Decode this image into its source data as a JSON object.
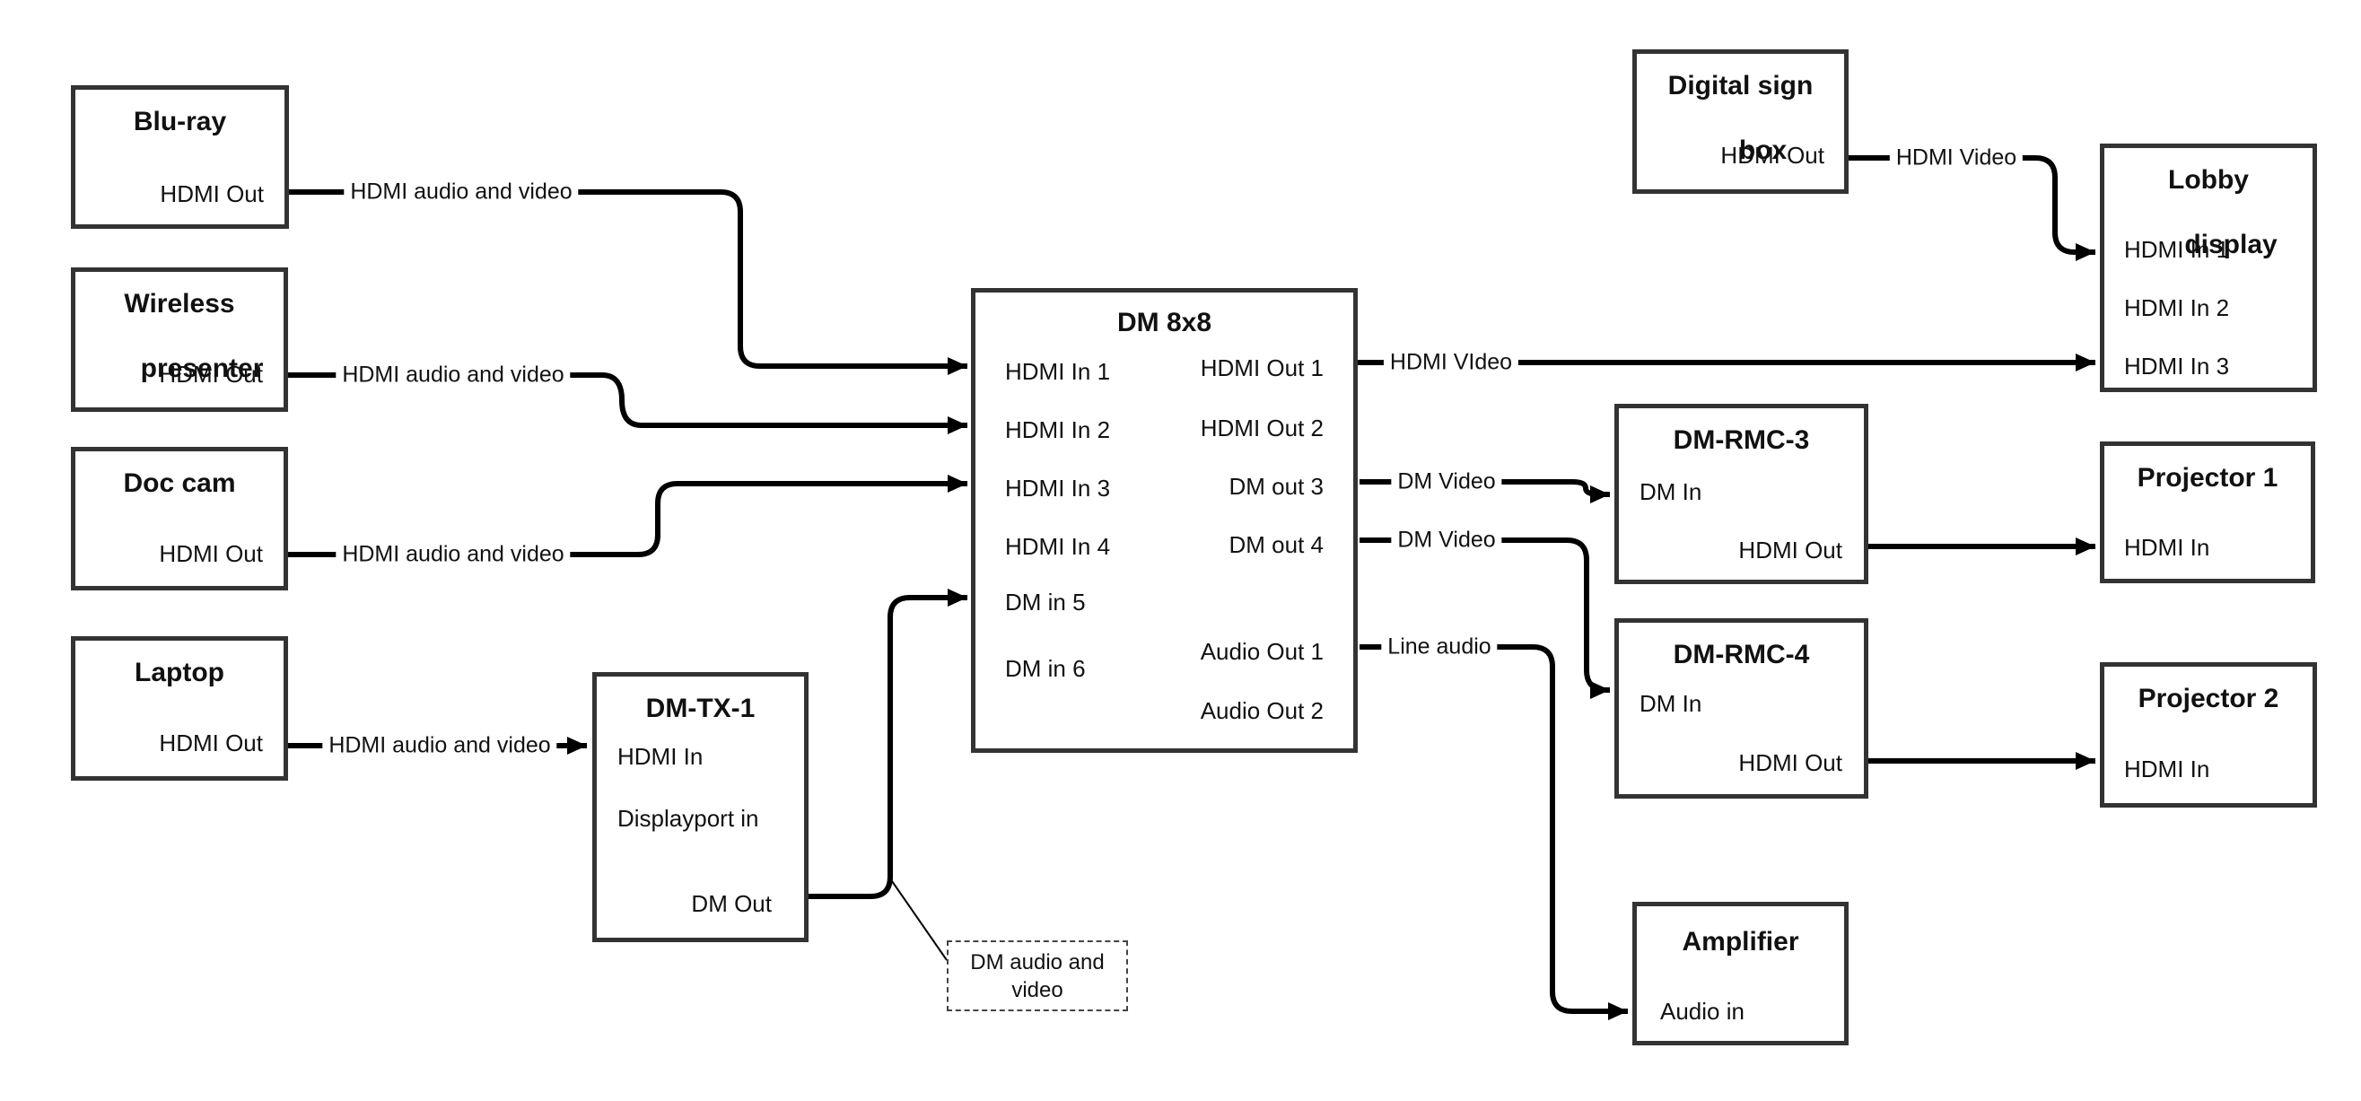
{
  "diagram": {
    "kind": "av-signal-flow-diagram",
    "colors": {
      "background": "#ffffff",
      "wire": "#000000",
      "box_border": "#333333",
      "text": "#111111"
    },
    "nodes": [
      {
        "id": "blu-ray",
        "title": [
          "Blu-ray"
        ],
        "ports": [
          {
            "label": "HDMI Out"
          }
        ]
      },
      {
        "id": "wireless-presenter",
        "title": [
          "Wireless",
          "presenter"
        ],
        "ports": [
          {
            "label": "HDMI Out"
          }
        ]
      },
      {
        "id": "doc-cam",
        "title": [
          "Doc cam"
        ],
        "ports": [
          {
            "label": "HDMI Out"
          }
        ]
      },
      {
        "id": "laptop",
        "title": [
          "Laptop"
        ],
        "ports": [
          {
            "label": "HDMI Out"
          }
        ]
      },
      {
        "id": "dm-tx-1",
        "title": [
          "DM-TX-1"
        ],
        "ports": [
          {
            "label": "HDMI In"
          },
          {
            "label": "Displayport in"
          },
          {
            "label": "DM Out"
          }
        ]
      },
      {
        "id": "dm-8x8",
        "title": [
          "DM 8x8"
        ],
        "ports": [
          {
            "label": "HDMI In 1"
          },
          {
            "label": "HDMI In 2"
          },
          {
            "label": "HDMI In 3"
          },
          {
            "label": "HDMI In 4"
          },
          {
            "label": "DM in 5"
          },
          {
            "label": "DM in 6"
          },
          {
            "label": "HDMI Out 1"
          },
          {
            "label": "HDMI Out 2"
          },
          {
            "label": "DM out 3"
          },
          {
            "label": "DM out 4"
          },
          {
            "label": "Audio Out 1"
          },
          {
            "label": "Audio Out 2"
          }
        ]
      },
      {
        "id": "digital-sign-box",
        "title": [
          "Digital sign",
          "box"
        ],
        "ports": [
          {
            "label": "HDMI Out"
          }
        ]
      },
      {
        "id": "lobby-display",
        "title": [
          "Lobby",
          "display"
        ],
        "ports": [
          {
            "label": "HDMI In 1"
          },
          {
            "label": "HDMI In 2"
          },
          {
            "label": "HDMI In 3"
          }
        ]
      },
      {
        "id": "dm-rmc-3",
        "title": [
          "DM-RMC-3"
        ],
        "ports": [
          {
            "label": "DM In"
          },
          {
            "label": "HDMI Out"
          }
        ]
      },
      {
        "id": "projector-1",
        "title": [
          "Projector 1"
        ],
        "ports": [
          {
            "label": "HDMI In"
          }
        ]
      },
      {
        "id": "dm-rmc-4",
        "title": [
          "DM-RMC-4"
        ],
        "ports": [
          {
            "label": "DM In"
          },
          {
            "label": "HDMI Out"
          }
        ]
      },
      {
        "id": "projector-2",
        "title": [
          "Projector 2"
        ],
        "ports": [
          {
            "label": "HDMI In"
          }
        ]
      },
      {
        "id": "amplifier",
        "title": [
          "Amplifier"
        ],
        "ports": [
          {
            "label": "Audio in"
          }
        ]
      }
    ],
    "connections": [
      {
        "from": "Blu-ray / HDMI Out",
        "to": "DM 8x8 / HDMI In 1",
        "label": "HDMI audio and video"
      },
      {
        "from": "Wireless presenter / HDMI Out",
        "to": "DM 8x8 / HDMI In 2",
        "label": "HDMI audio and video"
      },
      {
        "from": "Doc cam / HDMI Out",
        "to": "DM 8x8 / HDMI In 3",
        "label": "HDMI audio and video"
      },
      {
        "from": "Laptop / HDMI Out",
        "to": "DM-TX-1 / HDMI In",
        "label": "HDMI audio and video"
      },
      {
        "from": "DM-TX-1 / DM Out",
        "to": "DM 8x8 / DM in 5",
        "label": ""
      },
      {
        "from": "DM 8x8 / HDMI Out 1",
        "to": "Lobby display / HDMI In 3",
        "label": "HDMI VIdeo"
      },
      {
        "from": "Digital sign box / HDMI Out",
        "to": "Lobby display / HDMI In 1",
        "label": "HDMI Video"
      },
      {
        "from": "DM 8x8 / DM out 3",
        "to": "DM-RMC-3 / DM In",
        "label": "DM Video"
      },
      {
        "from": "DM 8x8 / DM out 4",
        "to": "DM-RMC-4 / DM In",
        "label": "DM Video"
      },
      {
        "from": "DM 8x8 / Audio Out 1",
        "to": "Amplifier / Audio in",
        "label": "Line audio"
      },
      {
        "from": "DM-RMC-3 / HDMI Out",
        "to": "Projector 1 / HDMI In",
        "label": ""
      },
      {
        "from": "DM-RMC-4 / HDMI Out",
        "to": "Projector 2 / HDMI In",
        "label": ""
      }
    ],
    "note": {
      "lines": [
        "DM audio and",
        "video"
      ]
    }
  }
}
